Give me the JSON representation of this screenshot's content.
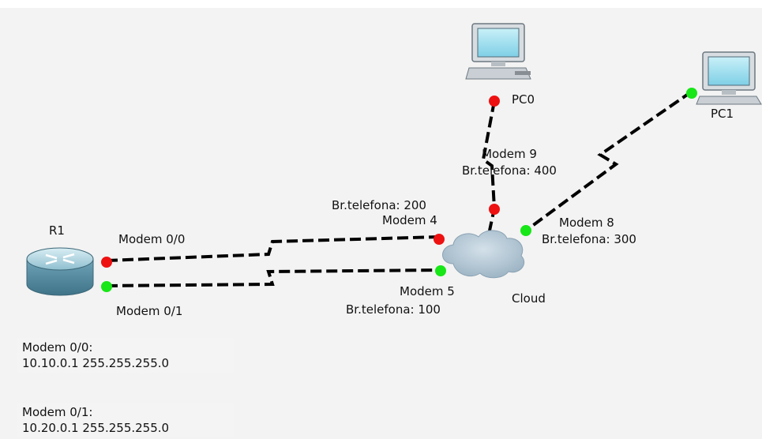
{
  "devices": {
    "router": {
      "name": "R1"
    },
    "cloud": {
      "name": "Cloud"
    },
    "pc0": {
      "name": "PC0"
    },
    "pc1": {
      "name": "PC1"
    }
  },
  "ports": {
    "r1_modem00": "Modem 0/0",
    "r1_modem01": "Modem 0/1",
    "cloud_modem4_phone": "Br.telefona: 200",
    "cloud_modem4": "Modem 4",
    "cloud_modem5": "Modem 5",
    "cloud_modem5_phone": "Br.telefona: 100",
    "cloud_modem8": "Modem 8",
    "cloud_modem8_phone": "Br.telefona: 300",
    "cloud_modem9": "Modem 9",
    "cloud_modem9_phone": "Br.telefona: 400"
  },
  "notes": [
    {
      "title": "Modem 0/0:",
      "address": "10.10.0.1   255.255.255.0"
    },
    {
      "title": "Modem 0/1:",
      "address": "10.20.0.1   255.255.255.0"
    }
  ],
  "colors": {
    "link_up": "#17e617",
    "link_down": "#ee1111",
    "cable": "#000000",
    "background": "#f3f3f3"
  }
}
